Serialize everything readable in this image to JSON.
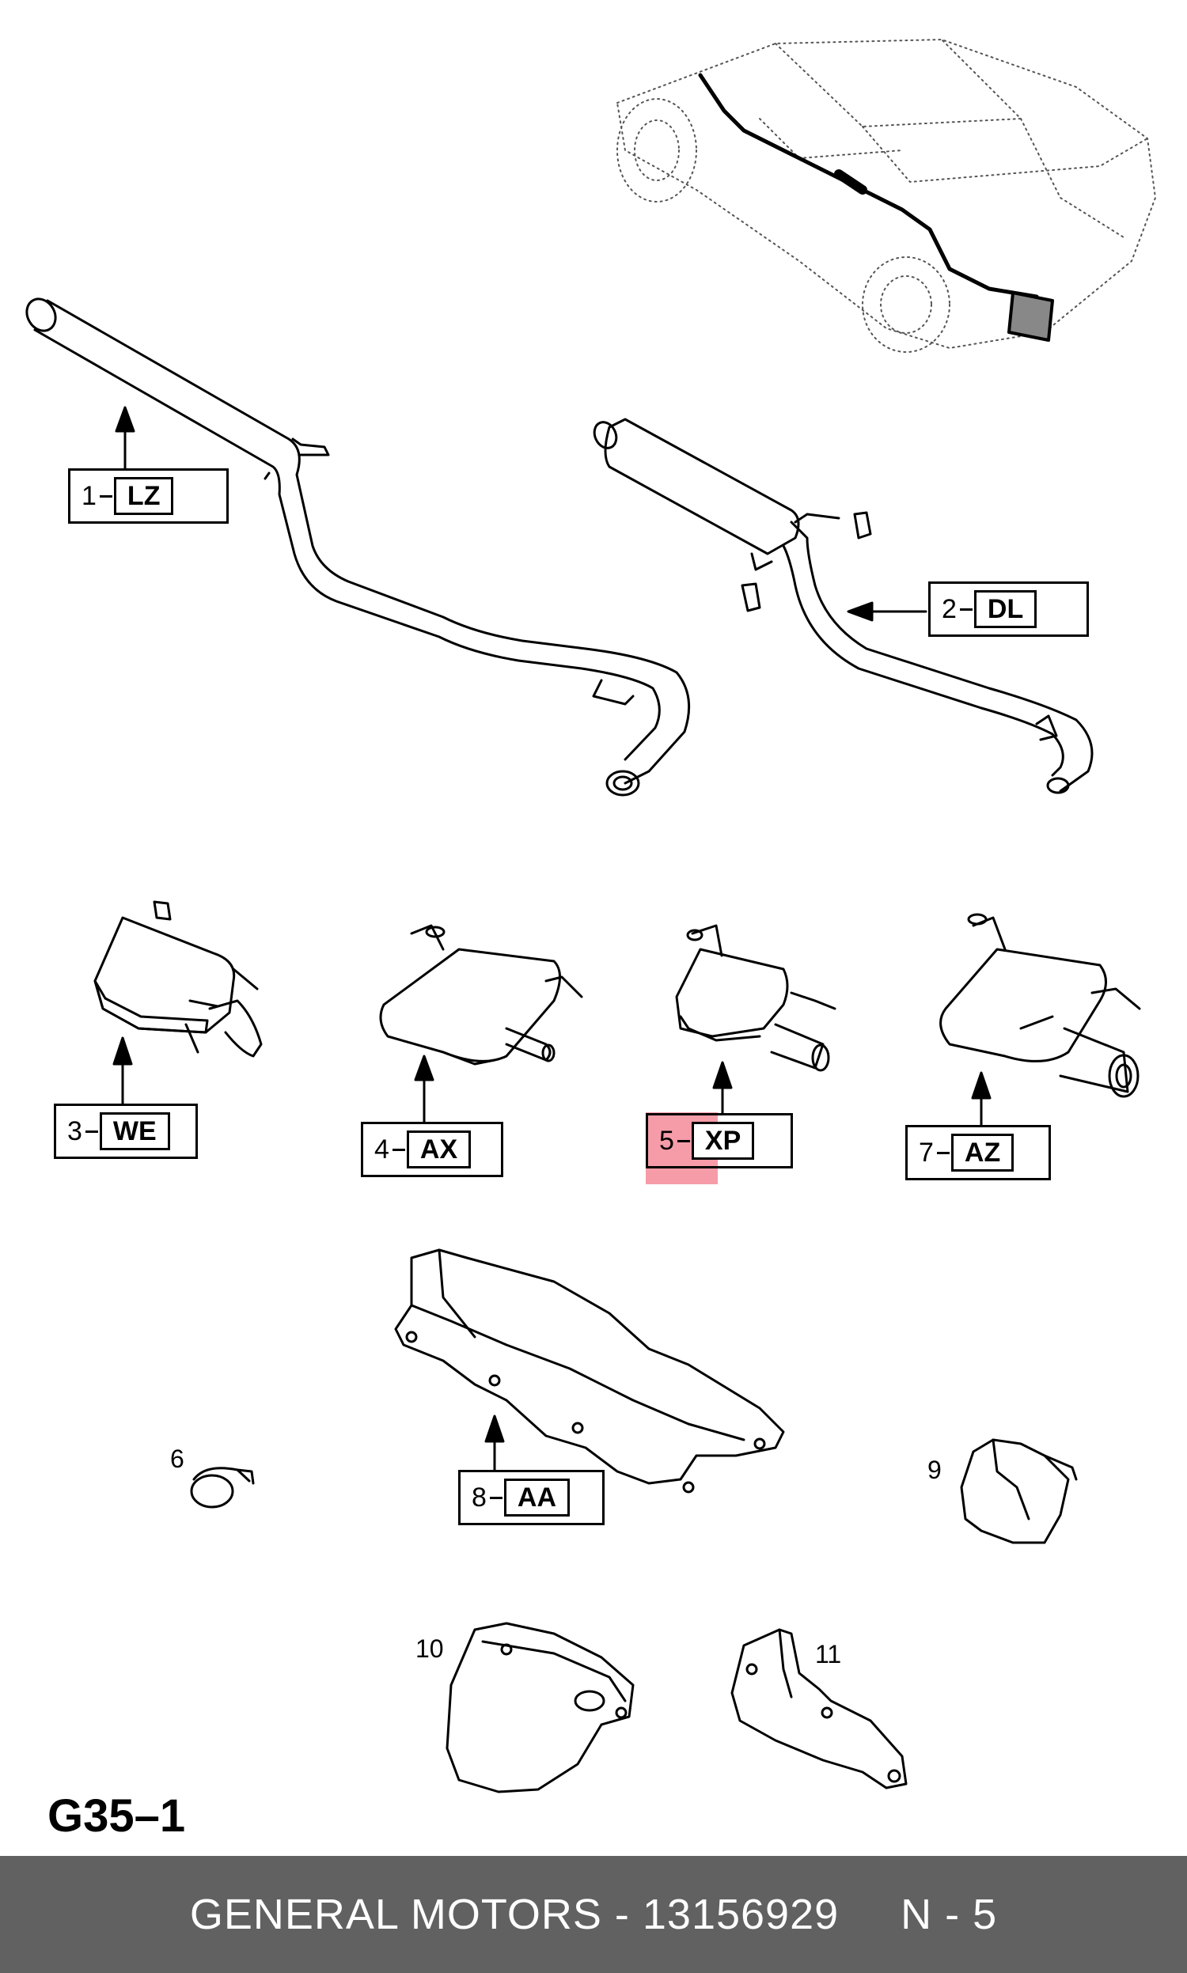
{
  "diagram": {
    "id": "G35–1",
    "footer": {
      "brand_part": "GENERAL MOTORS - 13156929",
      "quantity": "N - 5"
    },
    "callouts": [
      {
        "num": "1",
        "code": "LZ"
      },
      {
        "num": "2",
        "code": "DL"
      },
      {
        "num": "3",
        "code": "WE"
      },
      {
        "num": "4",
        "code": "AX"
      },
      {
        "num": "5",
        "code": "XP",
        "highlighted": true
      },
      {
        "num": "7",
        "code": "AZ"
      },
      {
        "num": "8",
        "code": "AA"
      }
    ],
    "plain_labels": [
      "6",
      "9",
      "10",
      "11"
    ],
    "highlight_color": "#f05a6e"
  }
}
